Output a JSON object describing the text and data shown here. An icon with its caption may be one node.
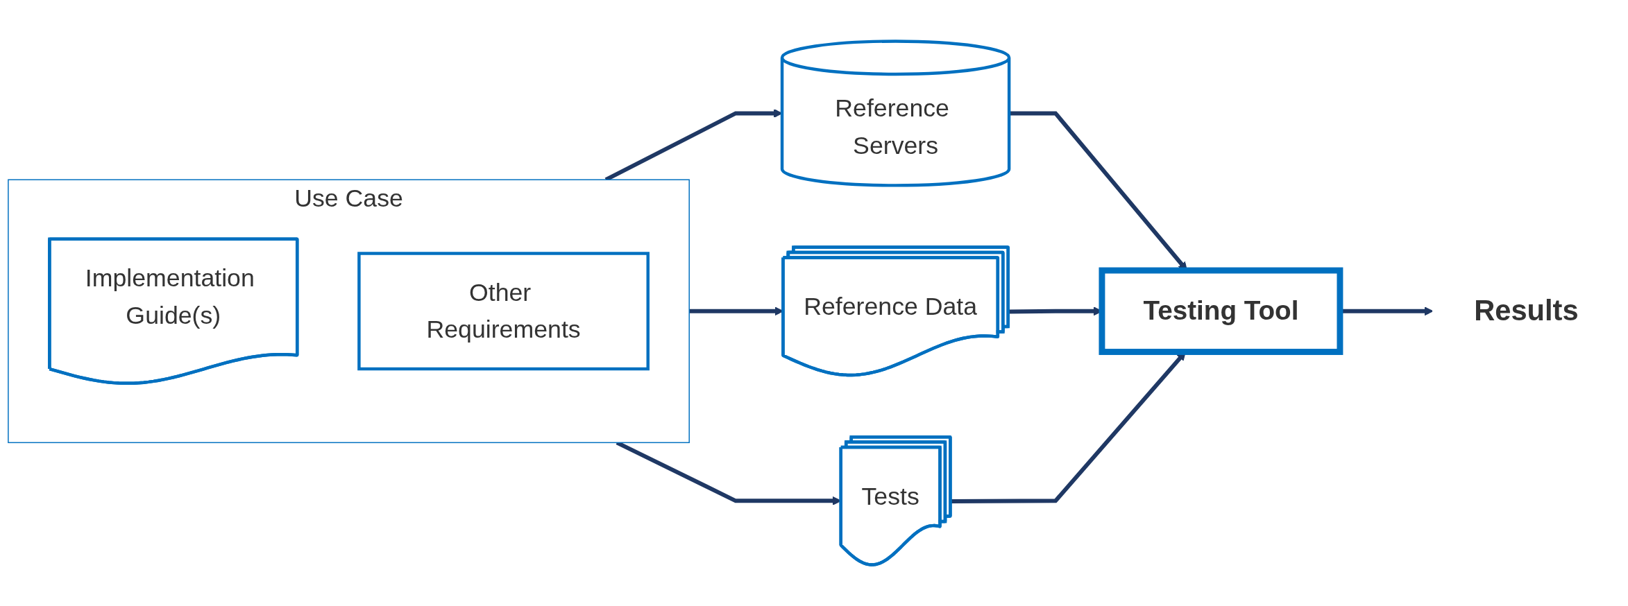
{
  "diagram": {
    "nodes": [
      {
        "text": [
          "Use Case"
        ]
      },
      {
        "text": [
          "Implementation Guide(s)"
        ],
        "in": 0
      },
      {
        "text": [
          "Other Requirements"
        ],
        "in": 0
      },
      {
        "text": [
          "Reference Servers"
        ]
      },
      {
        "text": [
          "Reference Data"
        ]
      },
      {
        "text": [
          "Tests"
        ]
      },
      {
        "text": [
          "Testing Tool"
        ]
      },
      {
        "text": [
          "Results"
        ]
      }
    ],
    "edges": [
      {
        "from": 0,
        "to": 3,
        "arrow": "to"
      },
      {
        "from": 0,
        "to": 4,
        "arrow": "to"
      },
      {
        "from": 0,
        "to": 5,
        "arrow": "to"
      },
      {
        "from": 3,
        "to": 6,
        "arrow": "to"
      },
      {
        "from": 4,
        "to": 6,
        "arrow": "to"
      },
      {
        "from": 5,
        "to": 6,
        "arrow": "to"
      },
      {
        "from": 6,
        "to": 7,
        "arrow": "to"
      }
    ]
  }
}
